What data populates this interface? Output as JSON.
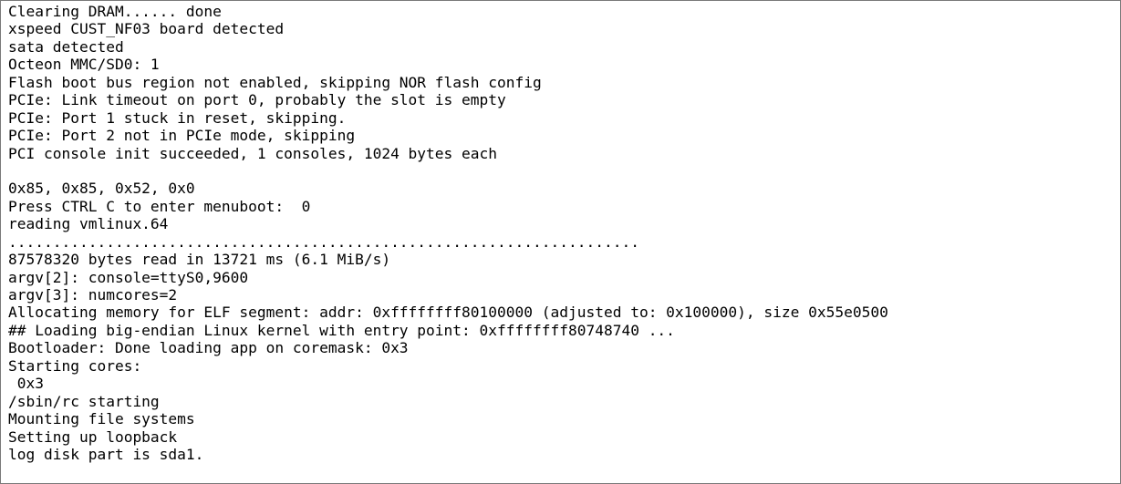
{
  "terminal": {
    "lines": [
      "Clearing DRAM...... done",
      "xspeed CUST_NF03 board detected",
      "sata detected",
      "Octeon MMC/SD0: 1",
      "Flash boot bus region not enabled, skipping NOR flash config",
      "PCIe: Link timeout on port 0, probably the slot is empty",
      "PCIe: Port 1 stuck in reset, skipping.",
      "PCIe: Port 2 not in PCIe mode, skipping",
      "PCI console init succeeded, 1 consoles, 1024 bytes each",
      "",
      "0x85, 0x85, 0x52, 0x0",
      "Press CTRL C to enter menuboot:  0",
      "reading vmlinux.64",
      ".......................................................................",
      "87578320 bytes read in 13721 ms (6.1 MiB/s)",
      "argv[2]: console=ttyS0,9600",
      "argv[3]: numcores=2",
      "Allocating memory for ELF segment: addr: 0xffffffff80100000 (adjusted to: 0x100000), size 0x55e0500",
      "## Loading big-endian Linux kernel with entry point: 0xffffffff80748740 ...",
      "Bootloader: Done loading app on coremask: 0x3",
      "Starting cores:",
      " 0x3",
      "/sbin/rc starting",
      "Mounting file systems",
      "Setting up loopback",
      "log disk part is sda1."
    ]
  }
}
